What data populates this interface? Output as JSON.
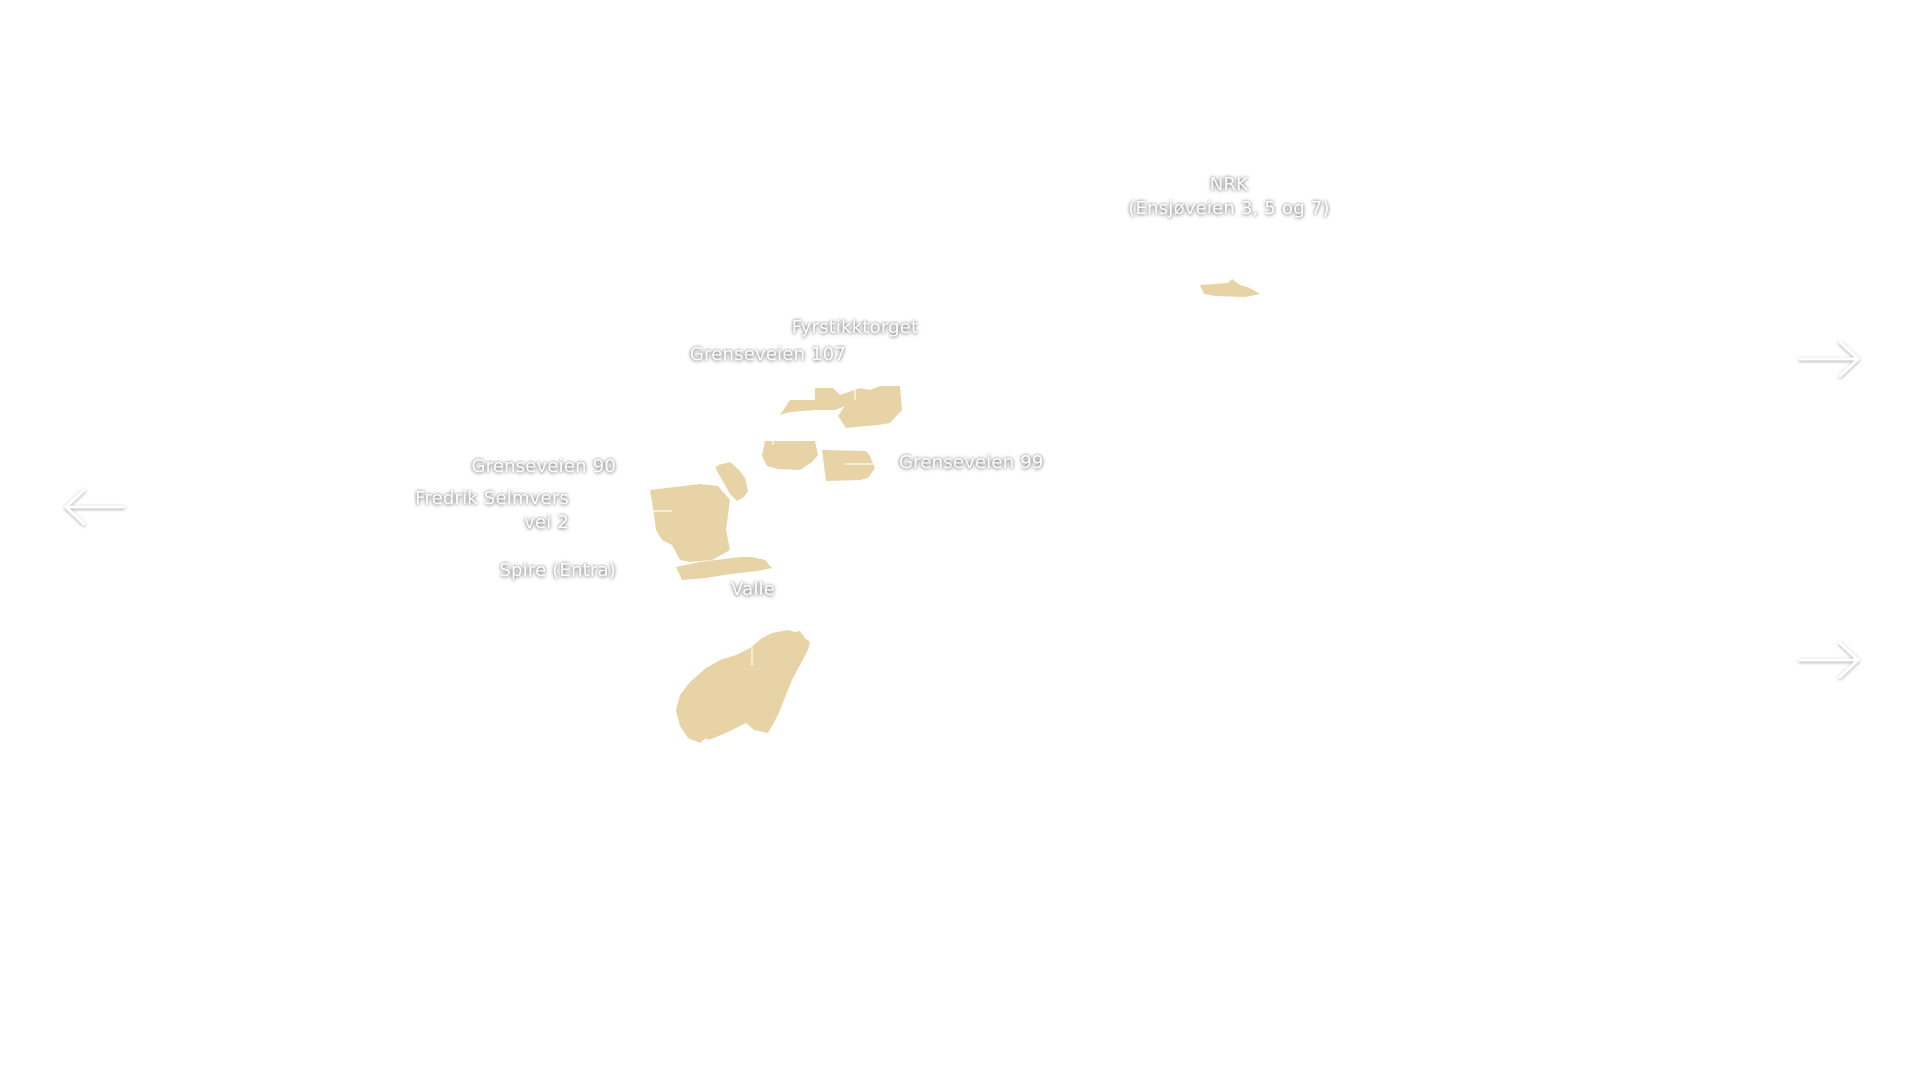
{
  "colors": {
    "background": "#ffffff",
    "parcel": "#e8d3a6",
    "label": "#ffffff",
    "leader": "#ffffff",
    "arrow": "#ffffff"
  },
  "labels": {
    "nrk_line1": "NRK",
    "nrk_line2": "(Ensjøveien 3, 5 og 7)",
    "fyrstikktorget": "Fyrstikktorget",
    "grenseveien_107": "Grenseveien 107",
    "grenseveien_90": "Grenseveien 90",
    "grenseveien_99": "Grenseveien 99",
    "fredrik_line1": "Fredrik Selmvers",
    "fredrik_line2": "vei 2",
    "spire": "Spire (Entra)",
    "valle": "Valle"
  },
  "navigation": {
    "prev_icon": "arrow-left-icon",
    "next_icon": "arrow-right-icon"
  }
}
